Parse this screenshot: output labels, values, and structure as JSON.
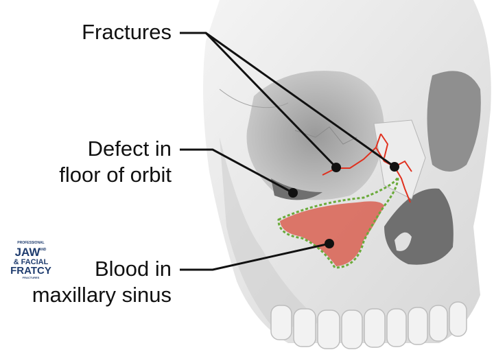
{
  "labels": {
    "fractures": "Fractures",
    "defect_line1": "Defect in",
    "defect_line2": "floor of orbit",
    "blood_line1": "Blood in",
    "blood_line2": "maxillary sinus"
  },
  "logo": {
    "text": [
      "PROFESSIONAL",
      "JAW",
      "AND",
      "& FACIAL",
      "FRATCY",
      "FRACTURES"
    ]
  },
  "colors": {
    "blood": "#d9685a",
    "sinus_outline": "#6aaa3a",
    "fracture": "#e0301e",
    "bone": "#e6e6e6",
    "leader": "#111111"
  }
}
